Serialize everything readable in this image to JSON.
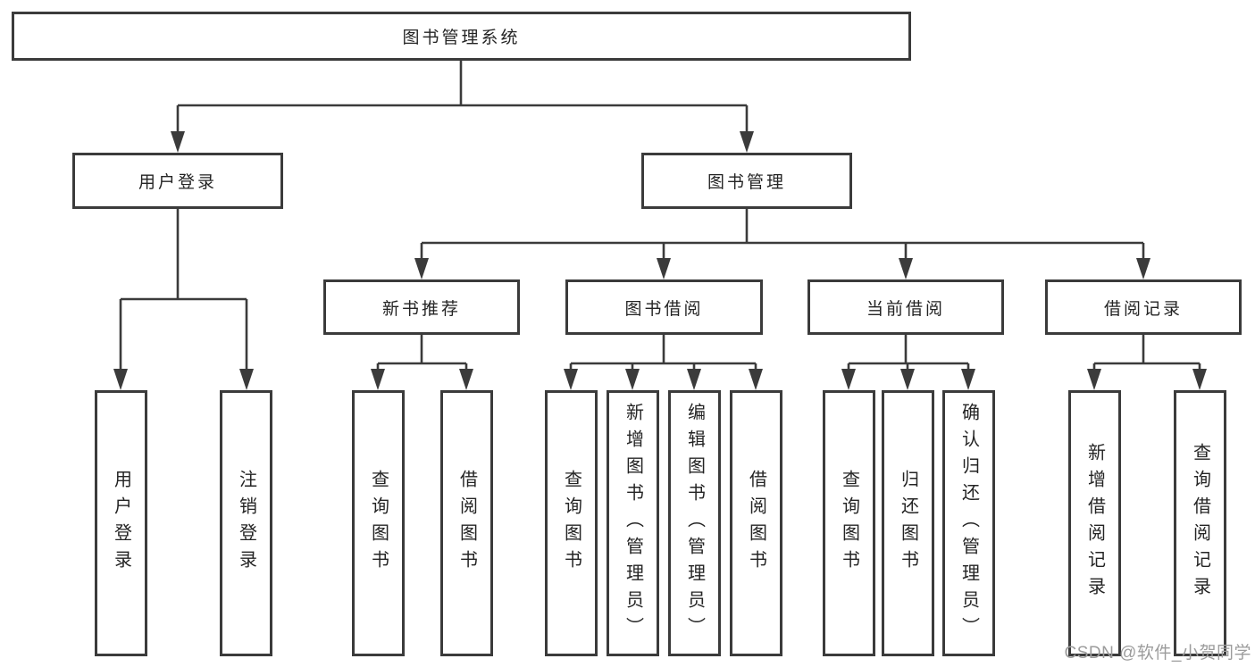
{
  "diagram": {
    "root": {
      "label": "图书管理系统"
    },
    "level2": [
      {
        "label": "用户登录",
        "parent": "图书管理系统"
      },
      {
        "label": "图书管理",
        "parent": "图书管理系统"
      }
    ],
    "level3": [
      {
        "label": "新书推荐",
        "parent": "图书管理"
      },
      {
        "label": "图书借阅",
        "parent": "图书管理"
      },
      {
        "label": "当前借阅",
        "parent": "图书管理"
      },
      {
        "label": "借阅记录",
        "parent": "图书管理"
      }
    ],
    "level4": [
      {
        "label": "用户登录",
        "parent": "用户登录"
      },
      {
        "label": "注销登录",
        "parent": "用户登录"
      },
      {
        "label": "查询图书",
        "parent": "新书推荐"
      },
      {
        "label": "借阅图书",
        "parent": "新书推荐"
      },
      {
        "label": "查询图书",
        "parent": "图书借阅"
      },
      {
        "label": "新增图书（管理员）",
        "parent": "图书借阅"
      },
      {
        "label": "编辑图书（管理员）",
        "parent": "图书借阅"
      },
      {
        "label": "借阅图书",
        "parent": "图书借阅"
      },
      {
        "label": "查询图书",
        "parent": "当前借阅"
      },
      {
        "label": "归还图书",
        "parent": "当前借阅"
      },
      {
        "label": "确认归还（管理员）",
        "parent": "当前借阅"
      },
      {
        "label": "新增借阅记录",
        "parent": "借阅记录"
      },
      {
        "label": "查询借阅记录",
        "parent": "借阅记录"
      }
    ]
  },
  "watermark": {
    "text": "CSDN @软件_小贺同学"
  },
  "colors": {
    "background": "#ffffff",
    "line": "#3b3b3b",
    "box_border": "#3b3b3b",
    "text": "#242424",
    "watermark_text": "#9c9c9c"
  }
}
